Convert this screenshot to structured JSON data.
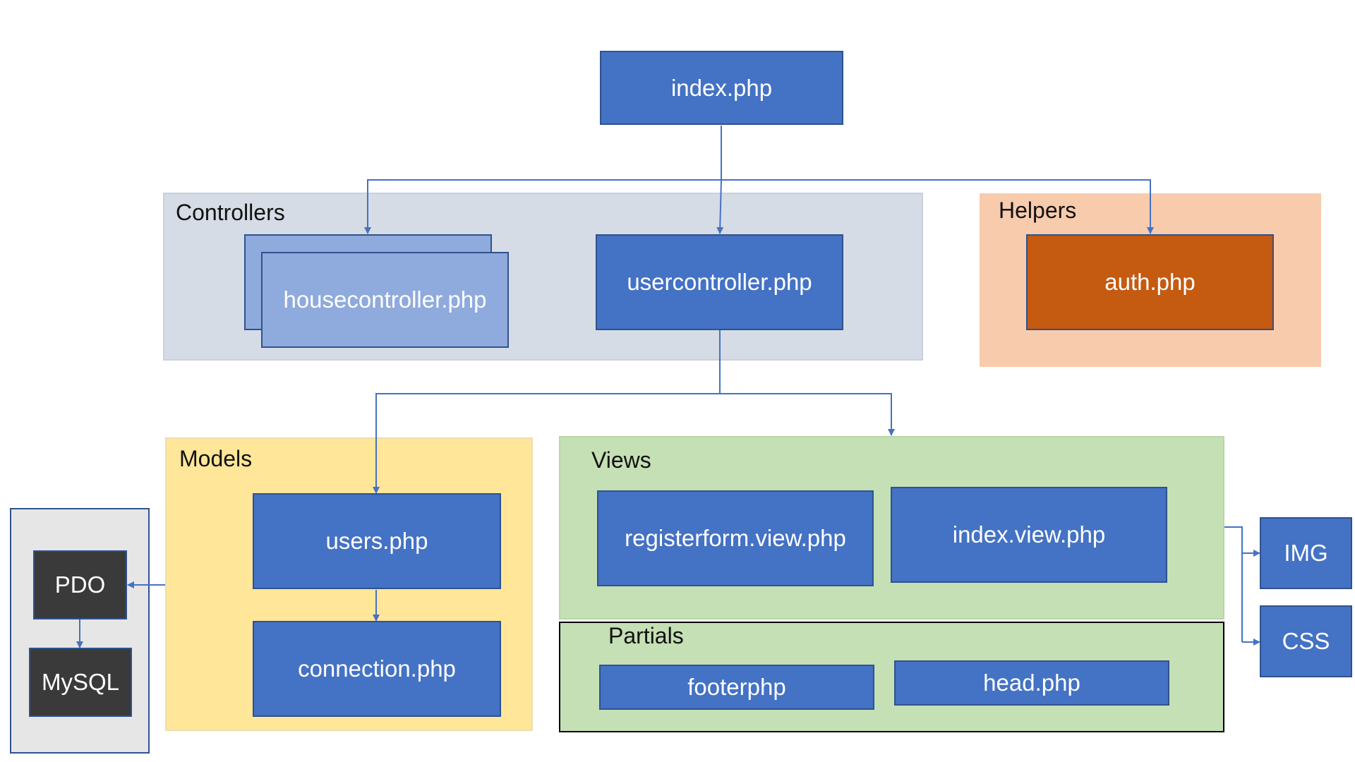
{
  "colors": {
    "node_blue": "#4472C4",
    "node_light_blue": "#8FAADC",
    "node_orange": "#C55A11",
    "node_dark": "#3A3A3A",
    "connector": "#4472C4",
    "controllers_bg": "#D6DCE5",
    "helpers_bg": "#F8CBAD",
    "models_bg": "#FFE699",
    "views_bg": "#C5E0B4",
    "db_bg": "#E7E6E6"
  },
  "nodes": {
    "index": "index.php",
    "housecontroller": "housecontroller.php",
    "usercontroller": "usercontroller.php",
    "auth": "auth.php",
    "users": "users.php",
    "connection": "connection.php",
    "registerform_view": "registerform.view.php",
    "index_view": "index.view.php",
    "footer": "footerphp",
    "head": "head.php",
    "pdo": "PDO",
    "mysql": "MySQL",
    "img": "IMG",
    "css": "CSS"
  },
  "groups": {
    "controllers": "Controllers",
    "helpers": "Helpers",
    "models": "Models",
    "views": "Views",
    "partials": "Partials"
  }
}
